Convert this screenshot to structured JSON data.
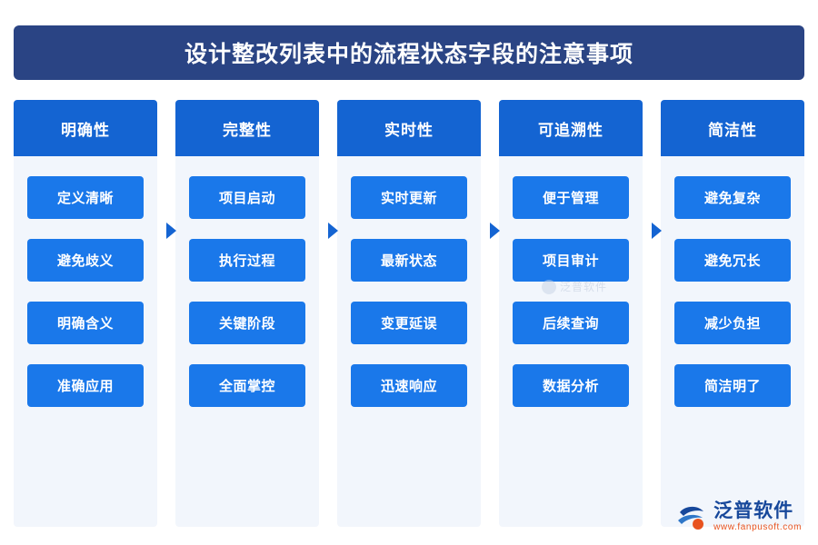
{
  "title": {
    "text": "设计整改列表中的流程状态字段的注意事项"
  },
  "columns": [
    {
      "header": "明确性",
      "items": [
        "定义清晰",
        "避免歧义",
        "明确含义",
        "准确应用"
      ]
    },
    {
      "header": "完整性",
      "items": [
        "项目启动",
        "执行过程",
        "关键阶段",
        "全面掌控"
      ]
    },
    {
      "header": "实时性",
      "items": [
        "实时更新",
        "最新状态",
        "变更延误",
        "迅速响应"
      ]
    },
    {
      "header": "可追溯性",
      "items": [
        "便于管理",
        "项目审计",
        "后续查询",
        "数据分析"
      ]
    },
    {
      "header": "简洁性",
      "items": [
        "避免复杂",
        "避免冗长",
        "减少负担",
        "简洁明了"
      ]
    }
  ],
  "watermark": {
    "center_text": "泛普软件",
    "logo_cn": "泛普软件",
    "logo_en": "www.fanpusoft.com"
  },
  "colors": {
    "title_bg": "#2a4484",
    "header_bg": "#1464d2",
    "item_bg": "#1a78ea",
    "column_bg": "#f2f6fc",
    "arrow": "#1464d2",
    "logo_blue": "#17489b",
    "logo_orange": "#e8531f"
  }
}
